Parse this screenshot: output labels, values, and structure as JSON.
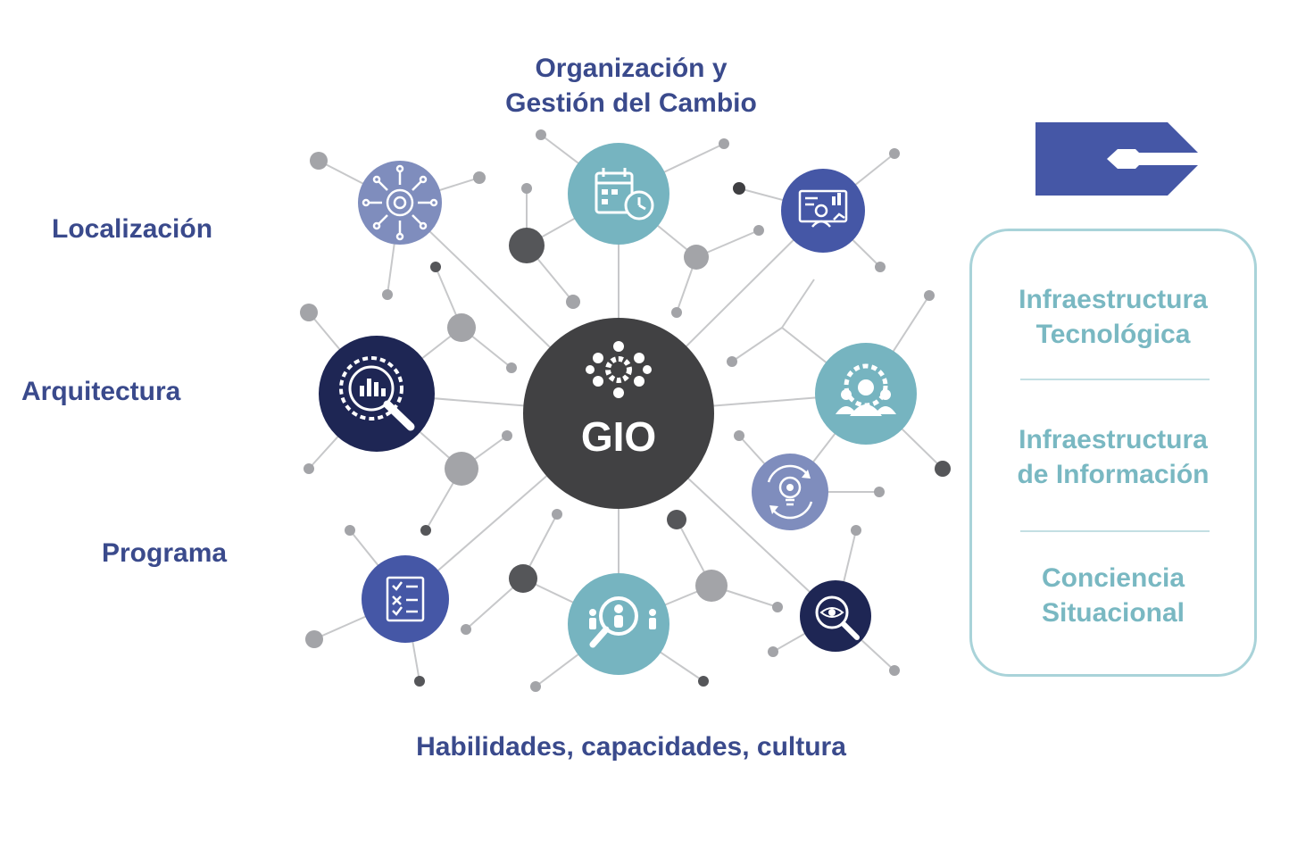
{
  "center": {
    "label": "GIO"
  },
  "left_labels": {
    "localizacion": "Localización",
    "arquitectura": "Arquitectura",
    "programa": "Programa"
  },
  "top_label": {
    "line1": "Organización y",
    "line2": "Gestión del Cambio"
  },
  "bottom_label": "Habilidades, capacidades, cultura",
  "panel_items": [
    {
      "line1": "Infraestructura",
      "line2": "Tecnológica"
    },
    {
      "line1": "Infraestructura",
      "line2": "de Información"
    },
    {
      "line1": "Conciencia",
      "line2": "Situacional"
    }
  ],
  "colors": {
    "navy": "#3a4a8c",
    "dark_navy": "#1e2654",
    "royal_blue": "#4557a6",
    "teal": "#76b4c0",
    "slate": "#7f8dbd",
    "center_gray": "#414143",
    "node_gray": "#a3a4a8",
    "dark_dot": "#555659",
    "panel_border": "#a9d3d9",
    "panel_text": "#79b8c2"
  },
  "icons": [
    "gear-network-icon",
    "calendar-clock-icon",
    "presentation-board-icon",
    "analytics-magnifier-icon",
    "team-gear-icon",
    "lightbulb-cycle-icon",
    "checklist-icon",
    "people-search-icon",
    "eye-magnifier-icon",
    "company-logo"
  ]
}
